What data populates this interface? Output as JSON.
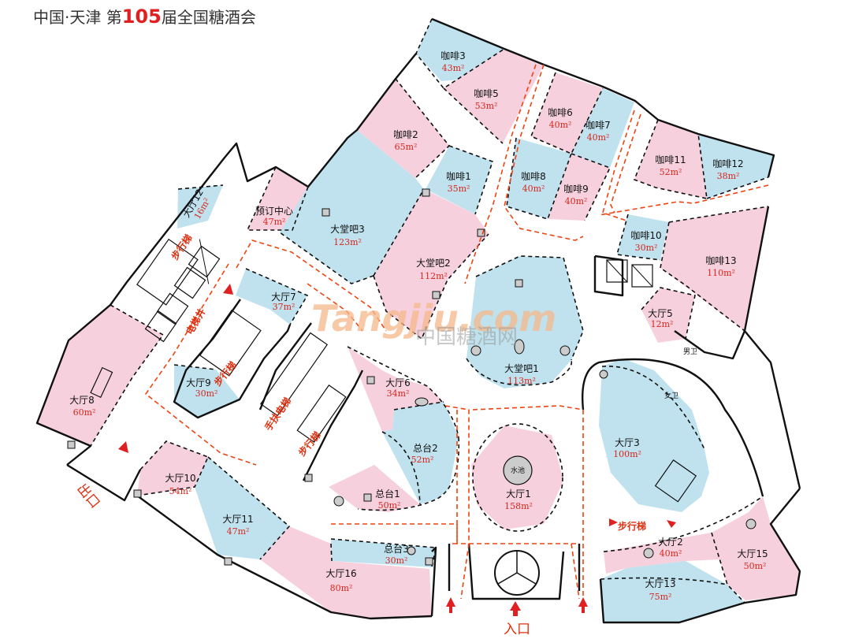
{
  "header": {
    "prefix": "中国·天津 第",
    "number": "105",
    "suffix": "届全国糖酒会"
  },
  "rooms": [
    {
      "id": "coffee3",
      "name": "咖啡3",
      "area": "43m²"
    },
    {
      "id": "coffee5",
      "name": "咖啡5",
      "area": "53m²"
    },
    {
      "id": "coffee2",
      "name": "咖啡2",
      "area": "65m²"
    },
    {
      "id": "coffee1",
      "name": "咖啡1",
      "area": "35m²"
    },
    {
      "id": "coffee6",
      "name": "咖啡6",
      "area": "40m²"
    },
    {
      "id": "coffee7",
      "name": "咖啡7",
      "area": "40m²"
    },
    {
      "id": "coffee8",
      "name": "咖啡8",
      "area": "40m²"
    },
    {
      "id": "coffee9",
      "name": "咖啡9",
      "area": "40m²"
    },
    {
      "id": "coffee11",
      "name": "咖啡11",
      "area": "52m²"
    },
    {
      "id": "coffee12",
      "name": "咖啡12",
      "area": "38m²"
    },
    {
      "id": "coffee10",
      "name": "咖啡10",
      "area": "30m²"
    },
    {
      "id": "coffee13",
      "name": "咖啡13",
      "area": "110m²"
    },
    {
      "id": "booking",
      "name": "预订中心",
      "area": "47m²"
    },
    {
      "id": "lobbybar3",
      "name": "大堂吧3",
      "area": "123m²"
    },
    {
      "id": "lobbybar2",
      "name": "大堂吧2",
      "area": "112m²"
    },
    {
      "id": "lobbybar1",
      "name": "大堂吧1",
      "area": "113m²"
    },
    {
      "id": "hall12",
      "name": "大厅12",
      "area": "16m²"
    },
    {
      "id": "hall7",
      "name": "大厅7",
      "area": "37m²"
    },
    {
      "id": "hall9",
      "name": "大厅9",
      "area": "30m²"
    },
    {
      "id": "hall8",
      "name": "大厅8",
      "area": "60m²"
    },
    {
      "id": "hall6",
      "name": "大厅6",
      "area": "34m²"
    },
    {
      "id": "desk2",
      "name": "总台2",
      "area": "52m²"
    },
    {
      "id": "desk1",
      "name": "总台1",
      "area": "50m²"
    },
    {
      "id": "hall1",
      "name": "大厅1",
      "area": "158m²"
    },
    {
      "id": "hall5",
      "name": "大厅5",
      "area": "12m²"
    },
    {
      "id": "hall3",
      "name": "大厅3",
      "area": "100m²"
    },
    {
      "id": "hall10",
      "name": "大厅10",
      "area": "54m²"
    },
    {
      "id": "hall11",
      "name": "大厅11",
      "area": "47m²"
    },
    {
      "id": "desk3",
      "name": "总台3",
      "area": "30m²"
    },
    {
      "id": "hall16",
      "name": "大厅16",
      "area": "80m²"
    },
    {
      "id": "hall2",
      "name": "大厅2",
      "area": "40m²"
    },
    {
      "id": "hall15",
      "name": "大厅15",
      "area": "50m²"
    },
    {
      "id": "hall13",
      "name": "大厅13",
      "area": "75m²"
    }
  ],
  "labels": {
    "stairs_a": "步行梯",
    "elevator_shaft": "电梯井",
    "stairs_b": "步行梯",
    "escalator": "手扶电梯",
    "stairs_c": "步行梯",
    "stairs_d": "步行梯",
    "exit": "出口",
    "entrance": "入口",
    "pool": "水池",
    "men_wc": "男卫",
    "women_wc": "女卫"
  },
  "watermark": {
    "brand": "Tangjiu.com",
    "cn": "中国糖酒网"
  },
  "colors": {
    "blue": "#bfe2ee",
    "pink": "#f7d0de",
    "route": "#ee4411",
    "accent": "#e02020"
  }
}
